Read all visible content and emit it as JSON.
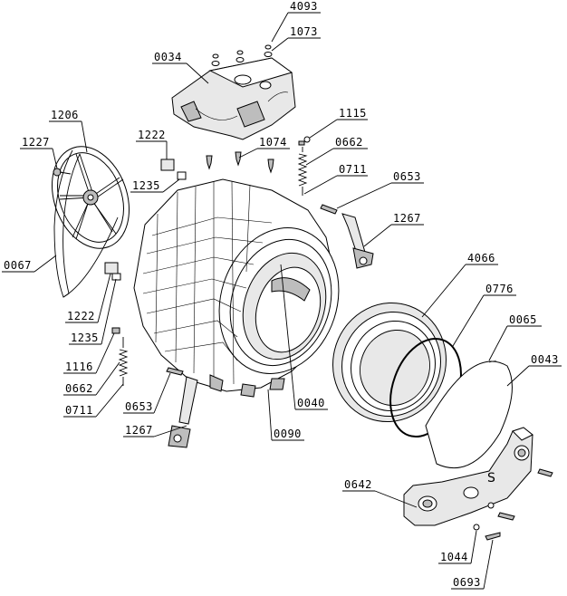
{
  "labels": {
    "l4093": "4093",
    "l1073": "1073",
    "l0034": "0034",
    "l1206": "1206",
    "l1227": "1227",
    "l1222a": "1222",
    "l1074": "1074",
    "l1115": "1115",
    "l0662a": "0662",
    "l0711a": "0711",
    "l1235a": "1235",
    "l0653a": "0653",
    "l1267a": "1267",
    "l0067": "0067",
    "l4066": "4066",
    "l0776": "0776",
    "l0065": "0065",
    "l1222b": "1222",
    "l0043": "0043",
    "l1235b": "1235",
    "l1116": "1116",
    "l0662b": "0662",
    "l0711b": "0711",
    "l0040": "0040",
    "l0653b": "0653",
    "l1267b": "1267",
    "l0090": "0090",
    "l0642": "0642",
    "l1044": "1044",
    "l0693": "0693"
  }
}
